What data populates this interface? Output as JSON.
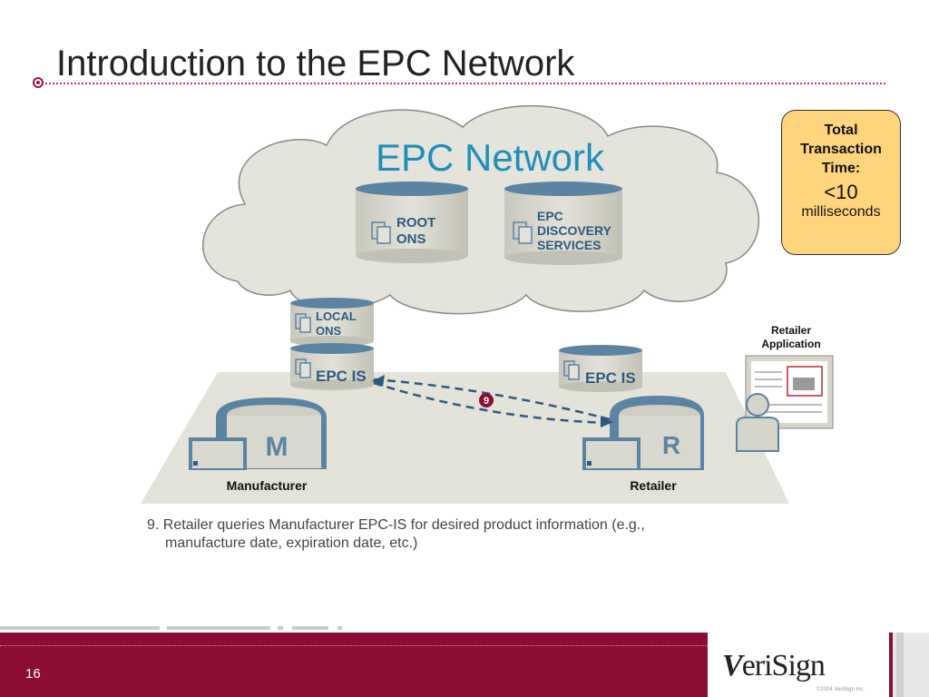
{
  "slide": {
    "title": "Introduction to the EPC Network",
    "page_number": "16"
  },
  "diagram": {
    "cloud_label": "EPC Network",
    "root_ons": [
      "ROOT",
      "ONS"
    ],
    "discovery": [
      "EPC",
      "DISCOVERY",
      "SERVICES"
    ],
    "local_ons": [
      "LOCAL",
      "ONS"
    ],
    "epc_is_manufacturer": "EPC IS",
    "epc_is_retailer": "EPC IS",
    "manufacturer_letter": "M",
    "retailer_letter": "R",
    "manufacturer_label": "Manufacturer",
    "retailer_label": "Retailer",
    "retailer_app_label": [
      "Retailer",
      "Application"
    ],
    "step_marker": "9"
  },
  "total_box": {
    "label": "Total Transaction Time:",
    "value": "<10",
    "unit": "milliseconds"
  },
  "caption": {
    "line1": "9. Retailer queries Manufacturer EPC-IS for desired product information (e.g.,",
    "line2": "manufacture date, expiration date, etc.)"
  },
  "footer": {
    "logo": "VeriSign",
    "logo_initial": "V",
    "logo_rest": "eriSign",
    "copyright": "©2004 VeriSign Inc."
  },
  "colors": {
    "accent": "#8b0d33",
    "cylinder": "#5b84a3",
    "cylinder_body": "#d6d5cc",
    "platform": "#e6e5dc",
    "total_box": "#fed57c",
    "cloud_text": "#1f8fba"
  }
}
